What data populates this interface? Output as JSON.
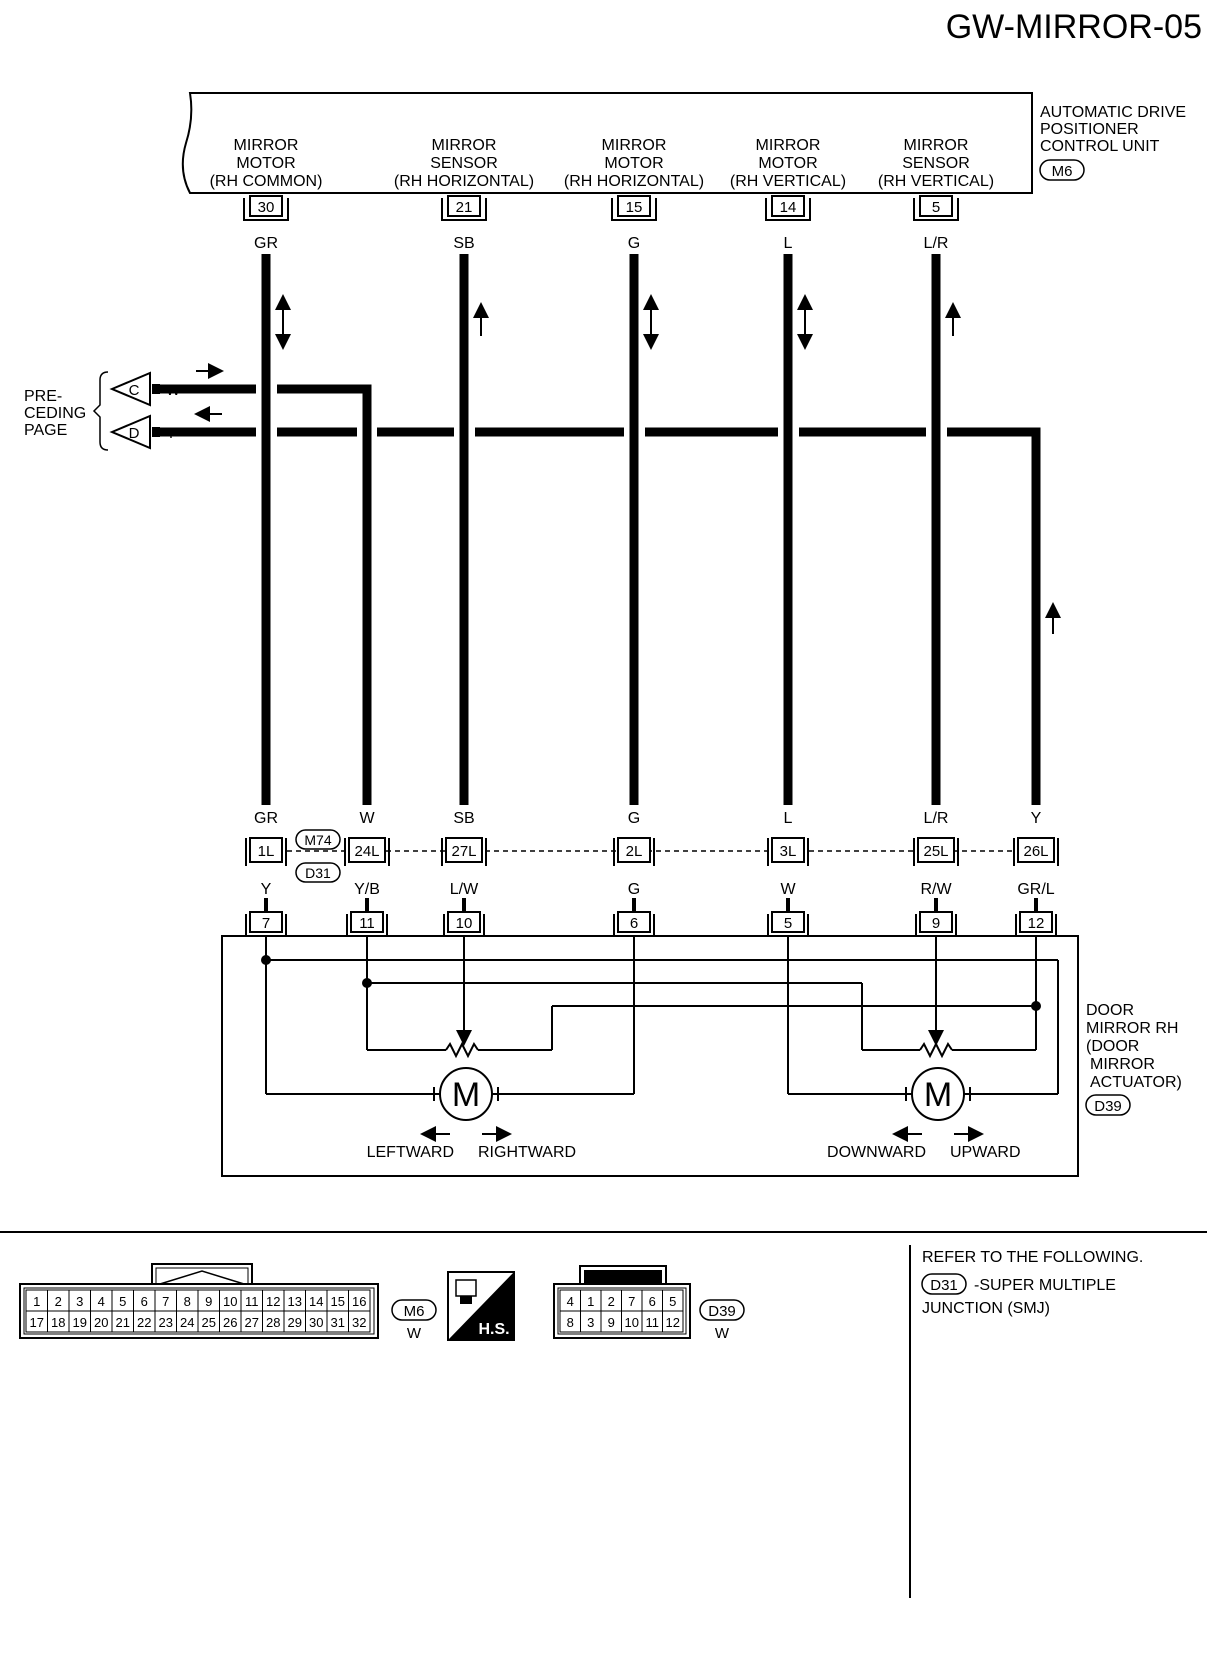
{
  "page_id": "GW-MIRROR-05",
  "control_unit": {
    "name_lines": [
      "AUTOMATIC DRIVE",
      "POSITIONER",
      "CONTROL UNIT"
    ],
    "connector": "M6",
    "terminals": [
      {
        "label_lines": [
          "MIRROR",
          "MOTOR",
          "(RH COMMON)"
        ],
        "pin": "30",
        "wire": "GR"
      },
      {
        "label_lines": [
          "MIRROR",
          "SENSOR",
          "(RH HORIZONTAL)"
        ],
        "pin": "21",
        "wire": "SB"
      },
      {
        "label_lines": [
          "MIRROR",
          "MOTOR",
          "(RH HORIZONTAL)"
        ],
        "pin": "15",
        "wire": "G"
      },
      {
        "label_lines": [
          "MIRROR",
          "MOTOR",
          "(RH VERTICAL)"
        ],
        "pin": "14",
        "wire": "L"
      },
      {
        "label_lines": [
          "MIRROR",
          "SENSOR",
          "(RH VERTICAL)"
        ],
        "pin": "5",
        "wire": "L/R"
      }
    ]
  },
  "preceding_page": {
    "label_lines": [
      "PRE-",
      "CEDING",
      "PAGE"
    ],
    "refs": [
      {
        "letter": "C",
        "wire": "W"
      },
      {
        "letter": "D",
        "wire": "Y"
      }
    ]
  },
  "junction": {
    "connectors": [
      "M74",
      "D31"
    ],
    "pins": [
      {
        "wire_top": "GR",
        "pin": "1L",
        "wire_bottom": "Y"
      },
      {
        "wire_top": "W",
        "pin": "24L",
        "wire_bottom": "Y/B"
      },
      {
        "wire_top": "SB",
        "pin": "27L",
        "wire_bottom": "L/W"
      },
      {
        "wire_top": "G",
        "pin": "2L",
        "wire_bottom": "G"
      },
      {
        "wire_top": "L",
        "pin": "3L",
        "wire_bottom": "W"
      },
      {
        "wire_top": "L/R",
        "pin": "25L",
        "wire_bottom": "R/W"
      },
      {
        "wire_top": "Y",
        "pin": "26L",
        "wire_bottom": "GR/L"
      }
    ]
  },
  "door_mirror": {
    "name_lines": [
      "DOOR",
      "MIRROR RH",
      "(DOOR",
      "MIRROR",
      "ACTUATOR)"
    ],
    "connector": "D39",
    "pins": [
      "7",
      "11",
      "10",
      "6",
      "5",
      "9",
      "12"
    ],
    "motor_symbol": "M",
    "direction_labels": {
      "left": "LEFTWARD",
      "right": "RIGHTWARD",
      "down": "DOWNWARD",
      "up": "UPWARD"
    }
  },
  "connector_views": {
    "m6": {
      "row1": [
        "1",
        "2",
        "3",
        "4",
        "5",
        "6",
        "7",
        "8",
        "9",
        "10",
        "11",
        "12",
        "13",
        "14",
        "15",
        "16"
      ],
      "row2": [
        "17",
        "18",
        "19",
        "20",
        "21",
        "22",
        "23",
        "24",
        "25",
        "26",
        "27",
        "28",
        "29",
        "30",
        "31",
        "32"
      ],
      "id": "M6",
      "color": "W"
    },
    "hs_label": "H.S.",
    "d39": {
      "row1": [
        "4",
        "1",
        "2",
        "7",
        "6",
        "5"
      ],
      "row2": [
        "8",
        "3",
        "9",
        "10",
        "11",
        "12"
      ],
      "id": "D39",
      "color": "W"
    }
  },
  "reference_note": {
    "title": "REFER TO THE FOLLOWING.",
    "connector": "D31",
    "line1": "-SUPER MULTIPLE",
    "line2": "JUNCTION (SMJ)"
  }
}
